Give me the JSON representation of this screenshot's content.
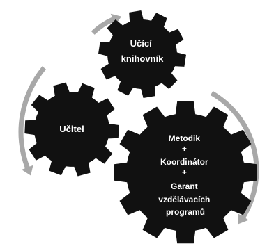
{
  "gears": [
    {
      "id": "ucici-knihovnik",
      "lines": [
        "Učící",
        "knihovník"
      ]
    },
    {
      "id": "ucitel",
      "lines": [
        "Učitel"
      ]
    },
    {
      "id": "metodik-koordinator-garant",
      "lines": [
        "Metodik",
        "+",
        "Koordinátor",
        "+",
        "Garant",
        "vzdělávacích",
        "programů"
      ]
    }
  ],
  "colors": {
    "gear": "#111111",
    "gear_text": "#ffffff",
    "arrows": "#a8a8a8",
    "background": "#ffffff"
  }
}
